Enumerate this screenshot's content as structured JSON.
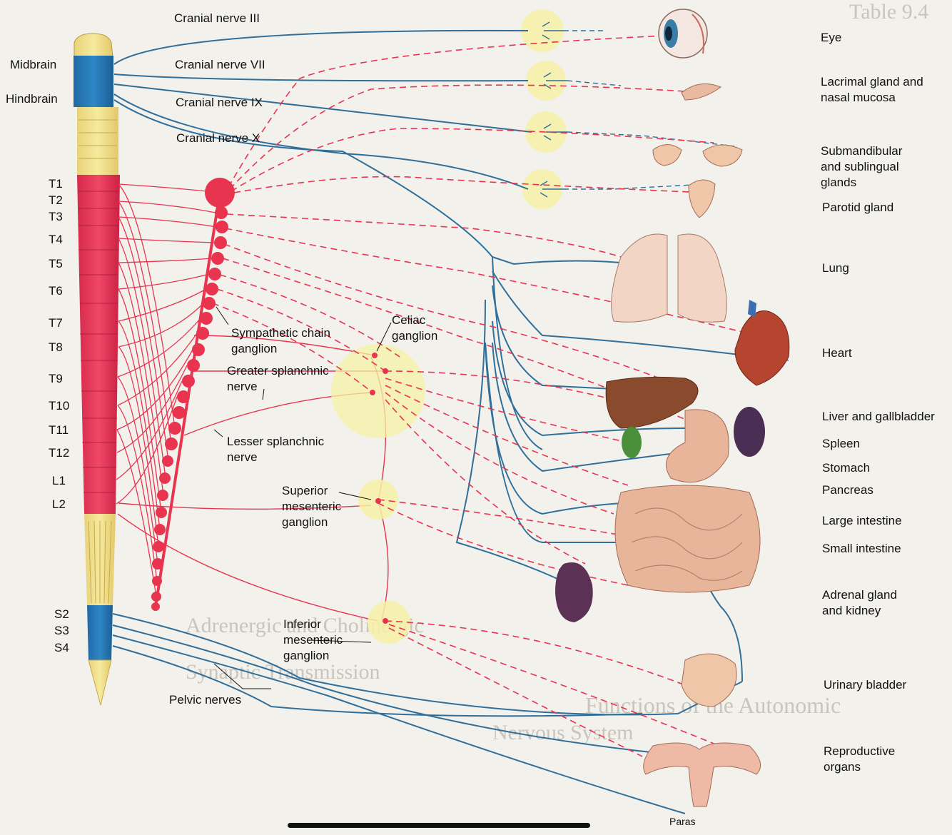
{
  "divisions": {
    "sympathetic_color": "#e8344f",
    "parasympathetic_color": "#2f6f9a",
    "ganglion_fill": "#f6f1a6"
  },
  "spinal_regions": {
    "midbrain": "Midbrain",
    "hindbrain": "Hindbrain"
  },
  "segments": [
    "T1",
    "T2",
    "T3",
    "T4",
    "T5",
    "T6",
    "T7",
    "T8",
    "T9",
    "T10",
    "T11",
    "T12",
    "L1",
    "L2",
    "S2",
    "S3",
    "S4"
  ],
  "cranial_nerves": {
    "cn3": "Cranial nerve III",
    "cn7": "Cranial nerve VII",
    "cn9": "Cranial nerve IX",
    "cn10": "Cranial nerve X"
  },
  "ganglia": {
    "sympathetic_chain": "Sympathetic chain ganglion",
    "celiac": "Celiac ganglion",
    "greater_splanchnic": "Greater splanchnic nerve",
    "lesser_splanchnic": "Lesser splanchnic nerve",
    "superior_mesenteric": "Superior mesenteric ganglion",
    "inferior_mesenteric": "Inferior mesenteric ganglion",
    "pelvic_nerves": "Pelvic nerves"
  },
  "organs": {
    "eye": "Eye",
    "lacrimal": "Lacrimal gland and nasal mucosa",
    "submandibular": "Submandibular and sublingual glands",
    "parotid": "Parotid gland",
    "lung": "Lung",
    "heart": "Heart",
    "liver": "Liver and gallbladder",
    "spleen": "Spleen",
    "stomach": "Stomach",
    "pancreas": "Pancreas",
    "large_intestine": "Large intestine",
    "small_intestine": "Small intestine",
    "adrenal": "Adrenal gland and kidney",
    "bladder": "Urinary bladder",
    "reproductive": "Reproductive organs",
    "paras": "Paras"
  }
}
